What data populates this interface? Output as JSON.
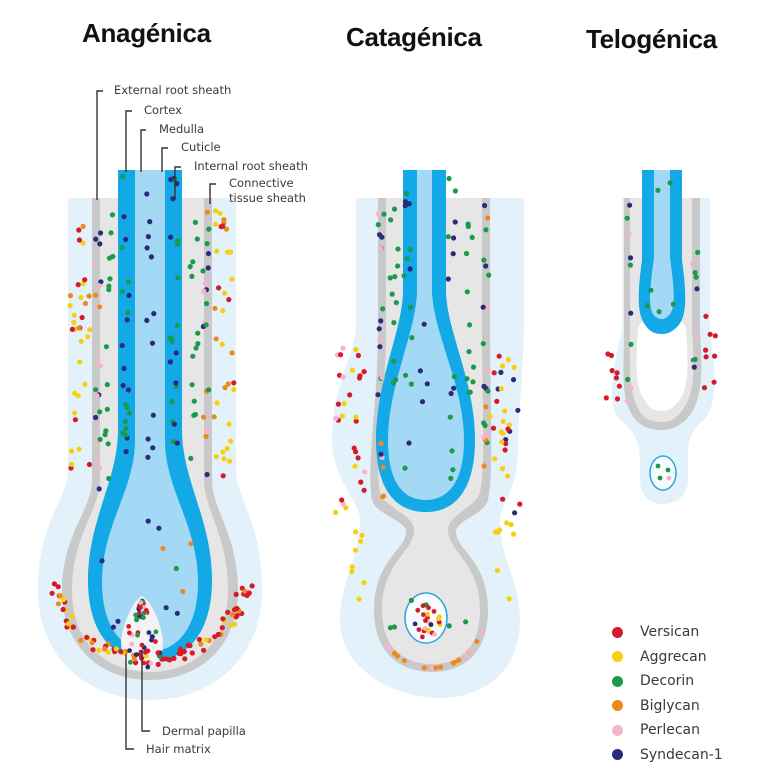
{
  "titles": {
    "anagen": "Anagénica",
    "catagen": "Catagénica",
    "telogen": "Telogénica"
  },
  "anagen_labels": {
    "external_root_sheath": "External root sheath",
    "cortex": "Cortex",
    "medulla": "Medulla",
    "cuticle": "Cuticle",
    "internal_root_sheath": "Internal root sheath",
    "connective_tissue_sheath_line1": "Connective",
    "connective_tissue_sheath_line2": "tissue sheath",
    "dermal_papilla": "Dermal papilla",
    "hair_matrix": "Hair matrix"
  },
  "legend": [
    {
      "key": "versican",
      "label": "Versican",
      "color": "#d7192c"
    },
    {
      "key": "aggrecan",
      "label": "Aggrecan",
      "color": "#f7cf10"
    },
    {
      "key": "decorin",
      "label": "Decorin",
      "color": "#1a9a4a"
    },
    {
      "key": "biglycan",
      "label": "Biglycan",
      "color": "#ec8a1c"
    },
    {
      "key": "perlecan",
      "label": "Perlecan",
      "color": "#f4b3cf"
    },
    {
      "key": "syndecan1",
      "label": "Syndecan-1",
      "color": "#2c2a7c"
    }
  ],
  "palette": {
    "connective": "#e3f1fb",
    "ors_dark": "#c9c9c9",
    "irs_light": "#e6e6e6",
    "cortex": "#13a8e6",
    "medulla": "#a4d9f5",
    "papilla_outline": "#2aa6dc"
  }
}
